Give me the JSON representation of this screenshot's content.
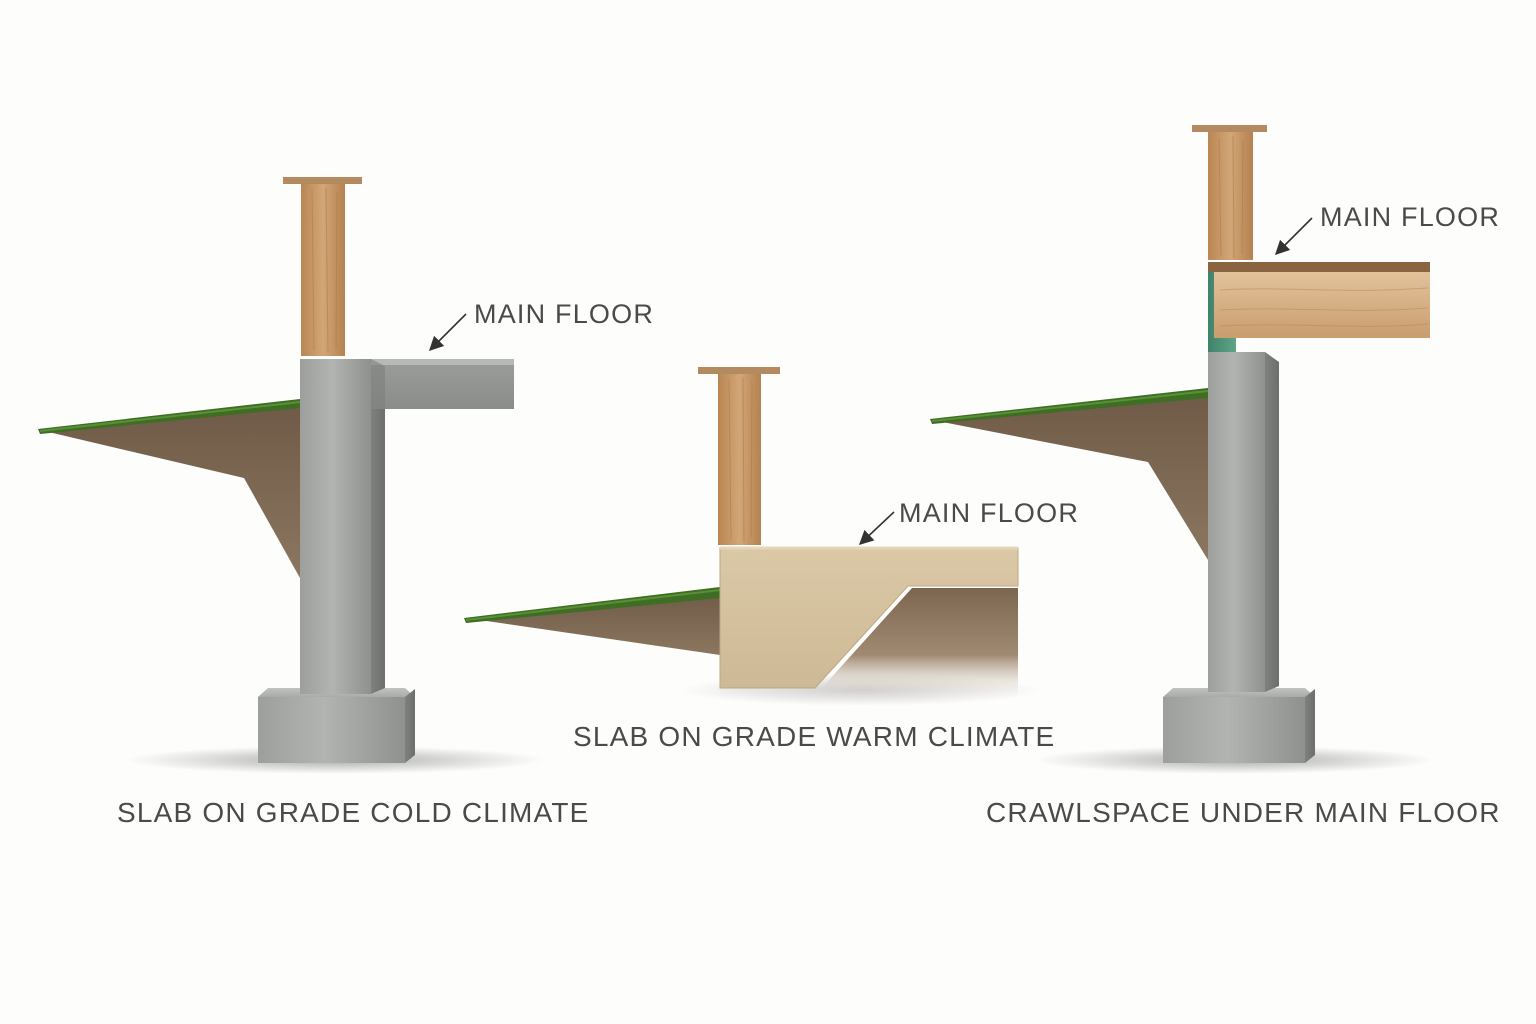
{
  "diagram": {
    "panels": [
      {
        "name": "slab-cold",
        "caption": "SLAB ON GRADE COLD CLIMATE",
        "callout": "MAIN FLOOR"
      },
      {
        "name": "slab-warm",
        "caption": "SLAB ON GRADE WARM CLIMATE",
        "callout": "MAIN FLOOR"
      },
      {
        "name": "crawlspace",
        "caption": "CRAWLSPACE UNDER MAIN FLOOR",
        "callout": "MAIN FLOOR"
      }
    ]
  },
  "colors": {
    "concrete": "#a8aba9",
    "concrete_dark": "#868986",
    "soil": "#7a6550",
    "grass": "#3e6e24",
    "wood": "#c99a68",
    "slab_warm": "#d5c29f",
    "sill_seal": "#4d9478",
    "label_text": "#4a4a4a"
  }
}
